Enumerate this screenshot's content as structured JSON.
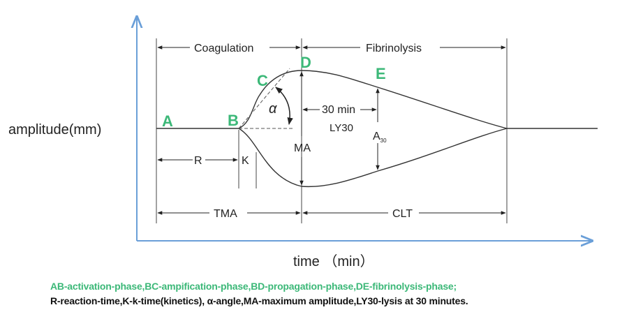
{
  "axes": {
    "y_label": "amplitude(mm)",
    "x_label": "time （min）"
  },
  "phases": {
    "coagulation": "Coagulation",
    "fibrinolysis": "Fibrinolysis"
  },
  "points": {
    "a": "A",
    "b": "B",
    "c": "C",
    "d": "D",
    "e": "E"
  },
  "measures": {
    "r": "R",
    "k": "K",
    "alpha": "α",
    "ma": "MA",
    "thirty_min": "30 min",
    "ly30": "LY30",
    "a30": "A",
    "a30_sub": "30",
    "tma": "TMA",
    "clt": "CLT"
  },
  "caption": {
    "line1": "AB-activation-phase,BC-ampification-phase,BD-propagation-phase,DE-fibrinolysis-phase;",
    "line2": "R-reaction-time,K-k-time(kinetics),   α-angle,MA-maximum amplitude,LY30-lysis at 30 minutes."
  },
  "colors": {
    "axis": "#6a9fd8",
    "phase_green": "#3cb878",
    "line": "#333333"
  }
}
